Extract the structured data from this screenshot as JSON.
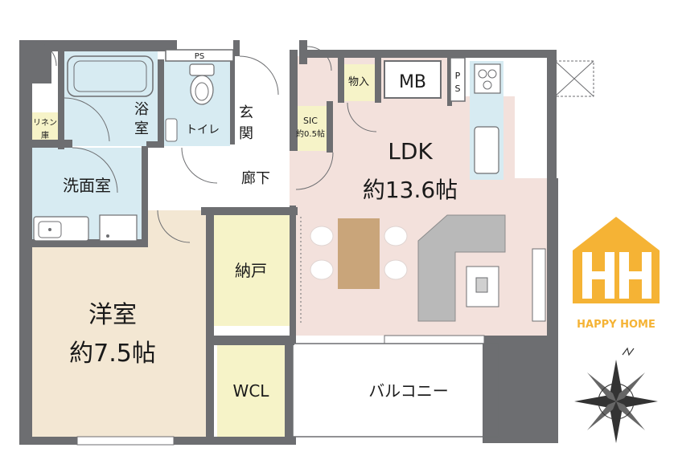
{
  "rooms": {
    "ldk_name": "LDK",
    "ldk_size": "約13.6帖",
    "western_name": "洋室",
    "western_size": "約7.5帖",
    "washroom": "洗面室",
    "bath_1": "浴",
    "bath_2": "室",
    "toilet": "トイレ",
    "entrance_1": "玄",
    "entrance_2": "関",
    "corridor": "廊下",
    "storage_closet": "納戸",
    "wcl": "WCL",
    "balcony": "バルコニー",
    "storage": "物入",
    "mb": "MB",
    "ps_top": "PS",
    "ps_side_1": "P",
    "ps_side_2": "S",
    "sic_1": "SIC",
    "sic_2": "約0.5帖",
    "linen_1": "リネン",
    "linen_2": "庫"
  },
  "logo": {
    "text": "HAPPY HOME",
    "color": "#f5b335"
  },
  "colors": {
    "wall": "#6d6e71",
    "ldk_floor": "#f3e1dc",
    "western_floor": "#f3e7d3",
    "wet_area": "#d7ebf2",
    "storage_yellow": "#f6f3c8",
    "dining_table": "#c9a57a",
    "sofa": "#b9b9b9"
  },
  "icons": {
    "compass": "compass-rose-icon",
    "logo": "house-hh-logo-icon"
  }
}
